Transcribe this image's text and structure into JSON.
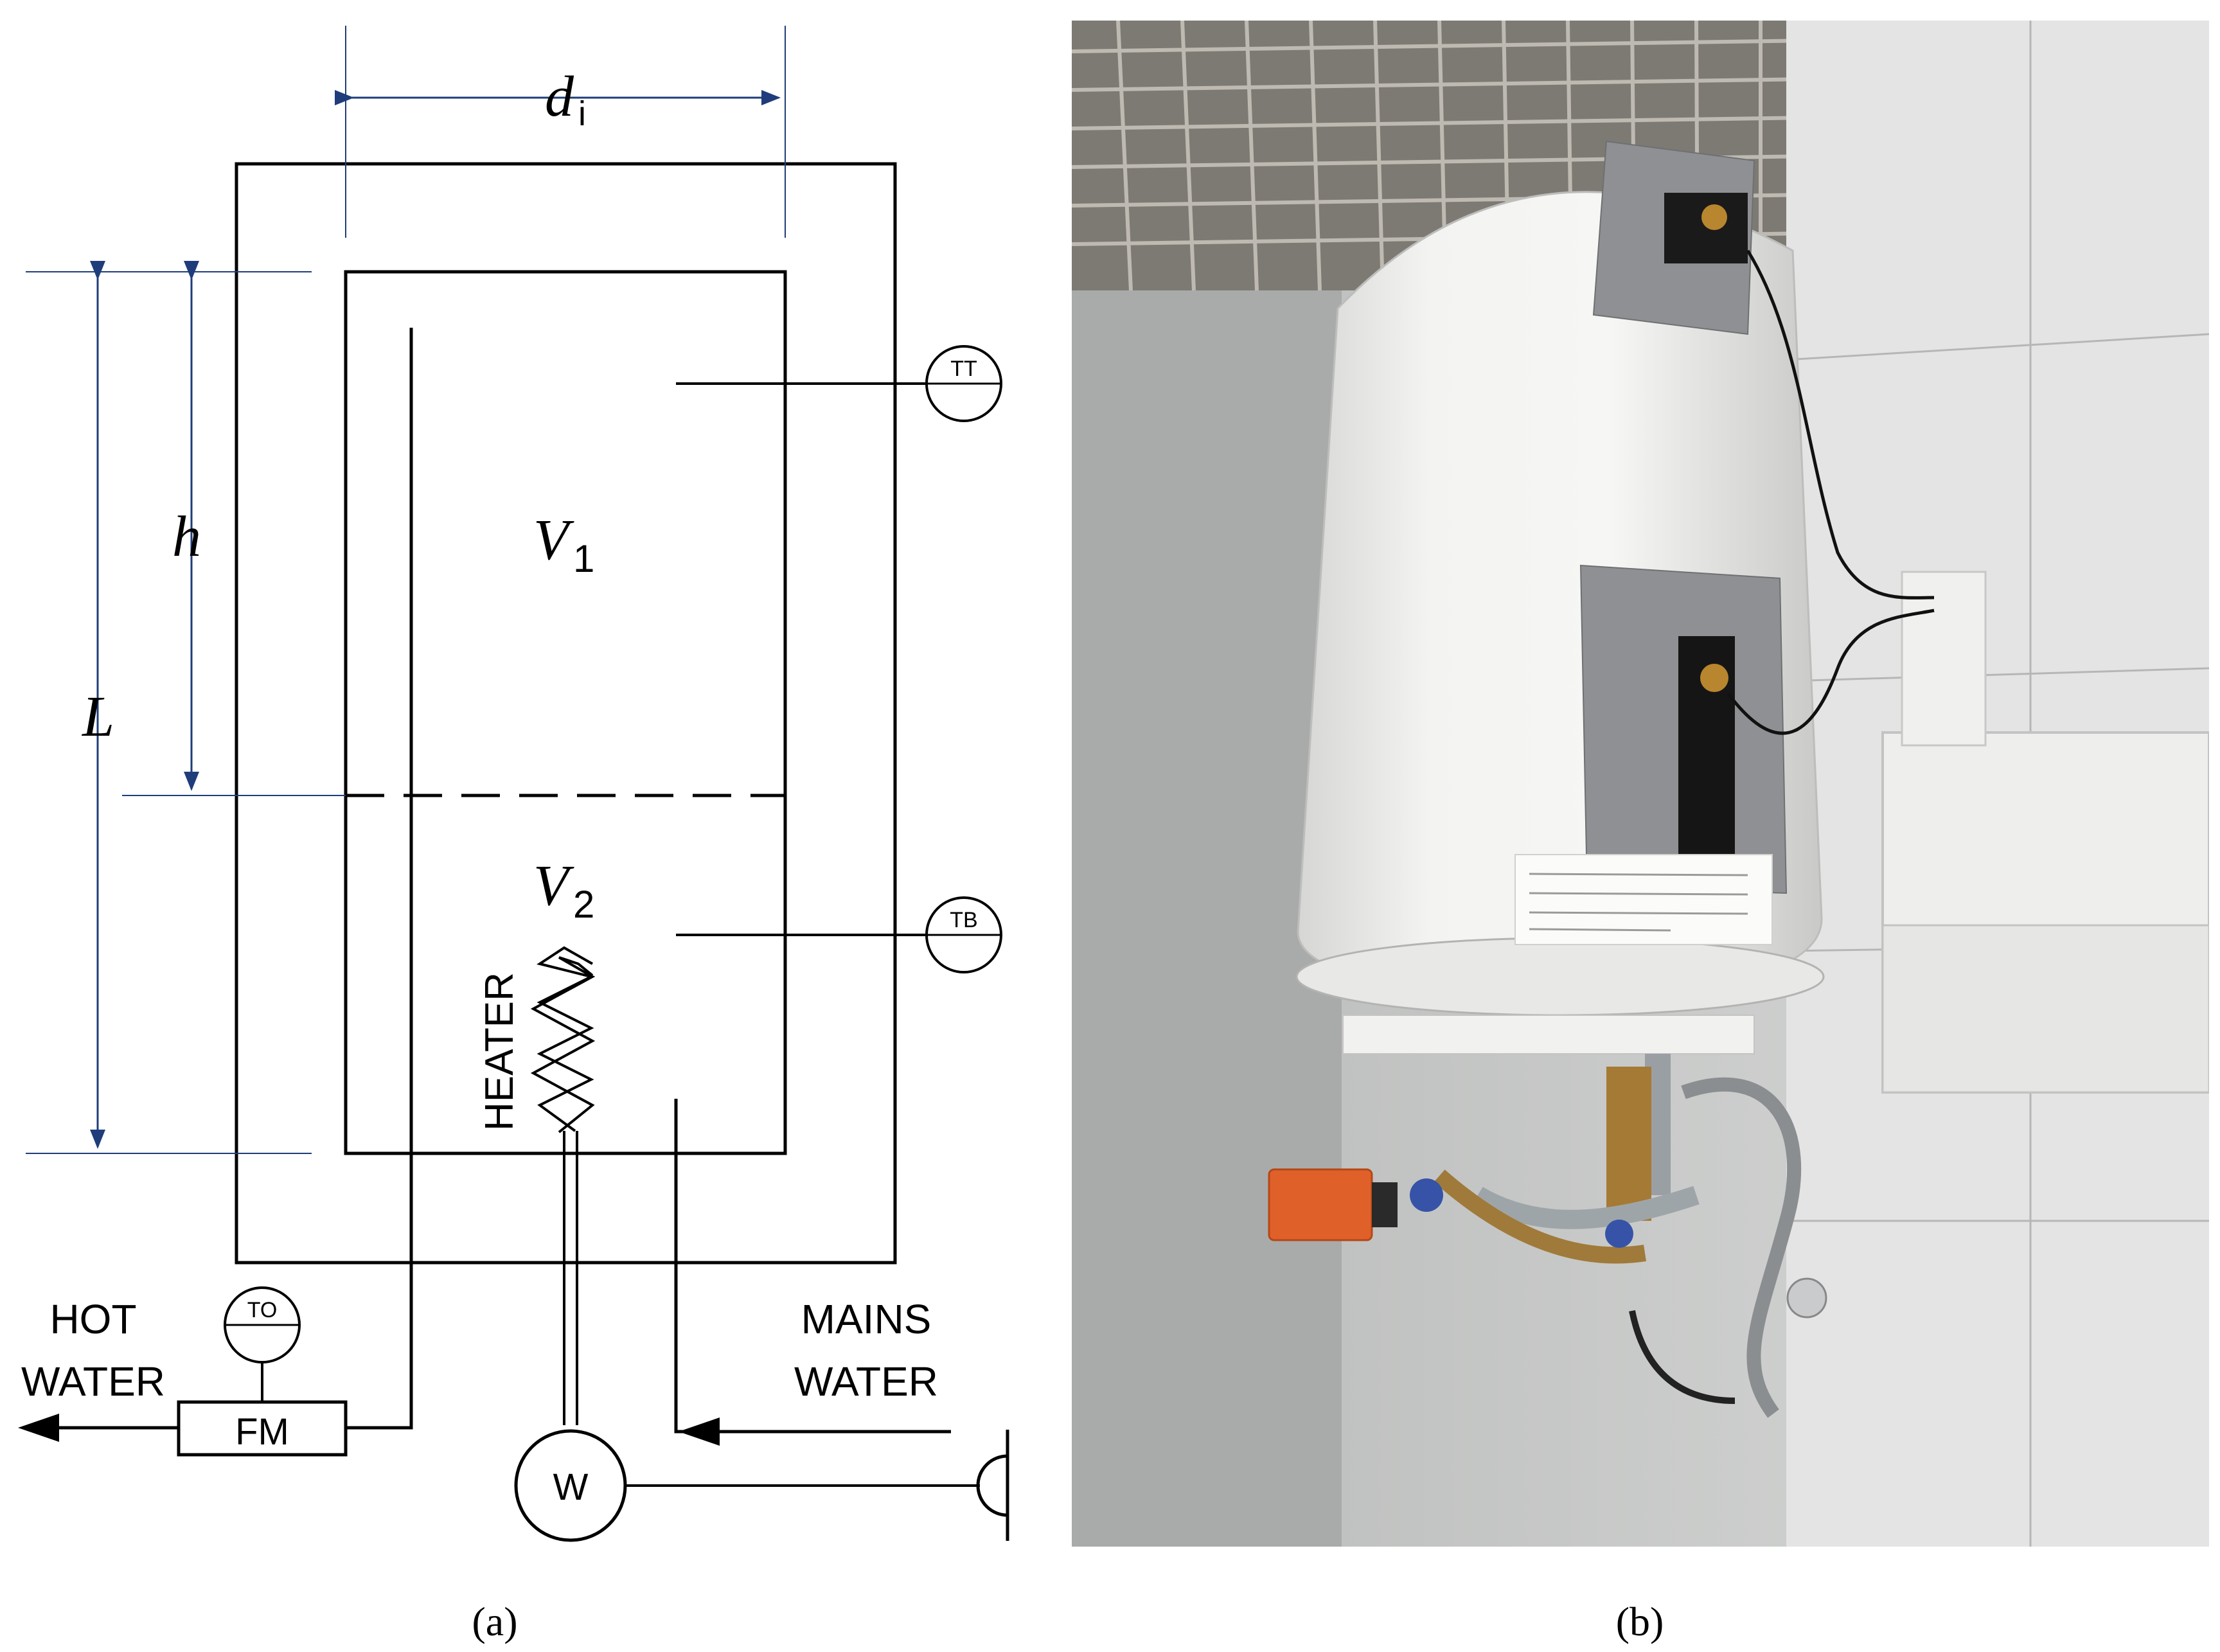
{
  "panel_a": {
    "dimensions": {
      "di_main": "d",
      "di_sub": "i",
      "h": "h",
      "L": "L"
    },
    "volumes": {
      "v1_main": "V",
      "v1_sub": "1",
      "v2_main": "V",
      "v2_sub": "2"
    },
    "sensors": {
      "top": "TT",
      "bottom": "TB",
      "outlet": "TO"
    },
    "components": {
      "heater": "HEATER",
      "flow_meter": "FM",
      "power_meter": "W"
    },
    "flows": {
      "hot_water_line1": "HOT",
      "hot_water_line2": "WATER",
      "mains_water_line1": "MAINS",
      "mains_water_line2": "WATER"
    },
    "caption": "(a)"
  },
  "panel_b": {
    "photo_subject": "wall-mounted electric water heater with temperature sensors taped to tank",
    "caption": "(b)"
  },
  "colors": {
    "line": "#000000",
    "dimension": "#1f3d7a",
    "tank_white": "#f2f2f0",
    "wall_tile": "#c9cbca",
    "tape": "#8e9093",
    "valve_orange": "#e0602a"
  }
}
